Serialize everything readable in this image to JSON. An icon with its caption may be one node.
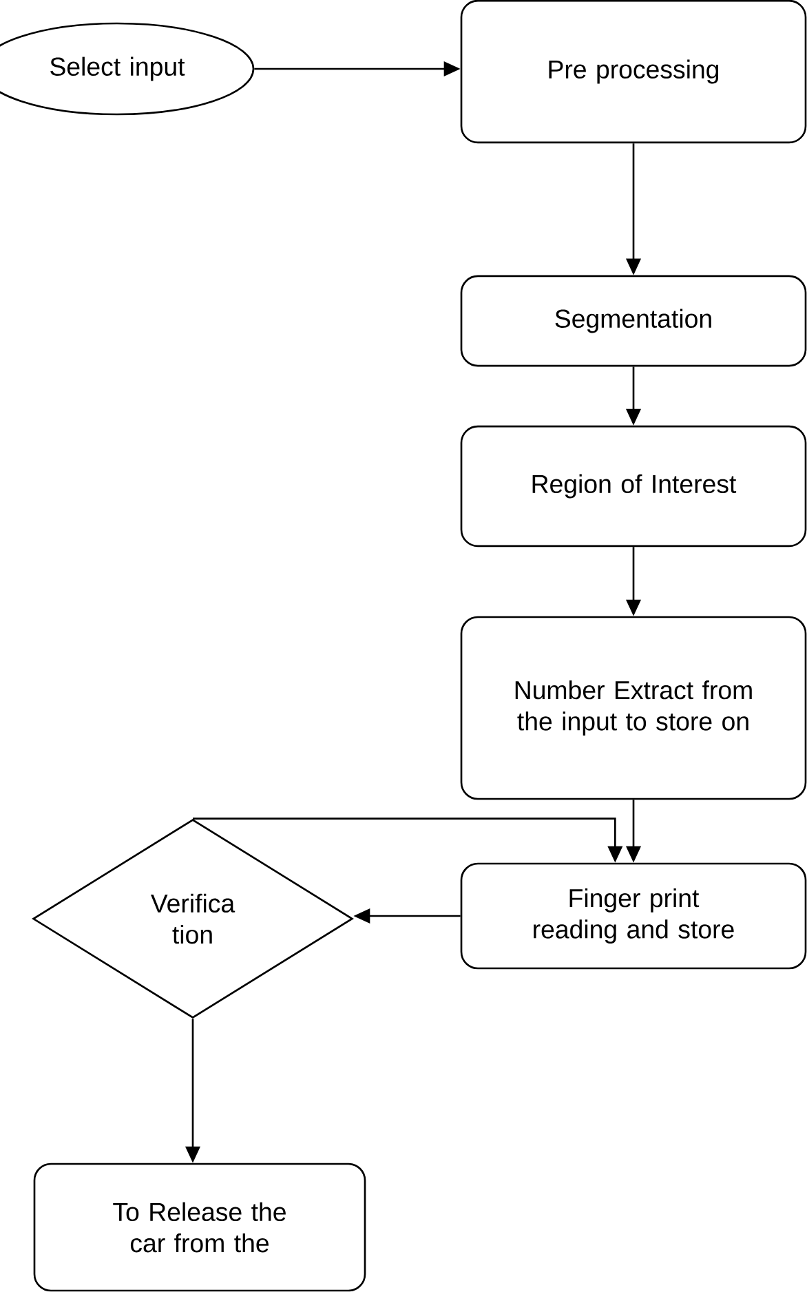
{
  "diagram": {
    "nodes": [
      {
        "text": [
          "Select input"
        ]
      },
      {
        "text": [
          "Pre processing"
        ]
      },
      {
        "text": [
          "Segmentation"
        ]
      },
      {
        "text": [
          "Region of Interest"
        ]
      },
      {
        "text": [
          "Number Extract from the input to store on"
        ]
      },
      {
        "text": [
          "Verifica tion"
        ]
      },
      {
        "text": [
          "Finger print reading and store"
        ]
      },
      {
        "text": [
          "To Release the car from the"
        ]
      }
    ],
    "edges": [
      {
        "from": 0,
        "to": 1,
        "arrow": "to"
      },
      {
        "from": 1,
        "to": 2,
        "arrow": "to"
      },
      {
        "from": 2,
        "to": 3,
        "arrow": "to"
      },
      {
        "from": 3,
        "to": 4,
        "arrow": "to"
      },
      {
        "from": 4,
        "to": 6,
        "arrow": "to"
      },
      {
        "from": 6,
        "to": 5,
        "arrow": "to"
      },
      {
        "from": 5,
        "to": 6,
        "arrow": "to"
      },
      {
        "from": 5,
        "to": 7,
        "arrow": "to"
      }
    ]
  }
}
